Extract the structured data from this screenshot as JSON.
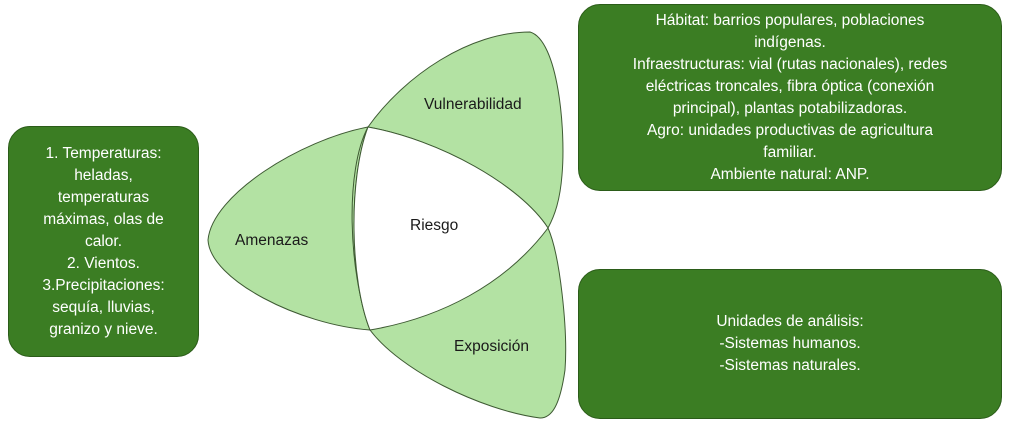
{
  "diagram": {
    "center": "Riesgo",
    "petals": {
      "amenazas": "Amenazas",
      "vulnerabilidad": "Vulnerabilidad",
      "exposicion": "Exposición"
    },
    "colors": {
      "petal_fill": "#b3e2a3",
      "petal_stroke": "#3e5a33",
      "box_fill": "#3b7d23"
    }
  },
  "boxes": {
    "amenazas_detail": [
      "1. Temperaturas:",
      "heladas,",
      "temperaturas",
      "máximas, olas de",
      "calor.",
      "2. Vientos.",
      "3.Precipitaciones:",
      "sequía, lluvias,",
      "granizo y nieve."
    ],
    "vulnerabilidad_detail": [
      "Hábitat: barrios populares, poblaciones",
      "indígenas.",
      "Infraestructuras: vial (rutas nacionales), redes",
      "eléctricas troncales, fibra óptica (conexión",
      "principal), plantas potabilizadoras.",
      "Agro: unidades productivas de agricultura",
      "familiar.",
      "Ambiente natural: ANP."
    ],
    "exposicion_detail": [
      "Unidades de análisis:",
      "-Sistemas humanos.",
      "-Sistemas naturales."
    ]
  }
}
